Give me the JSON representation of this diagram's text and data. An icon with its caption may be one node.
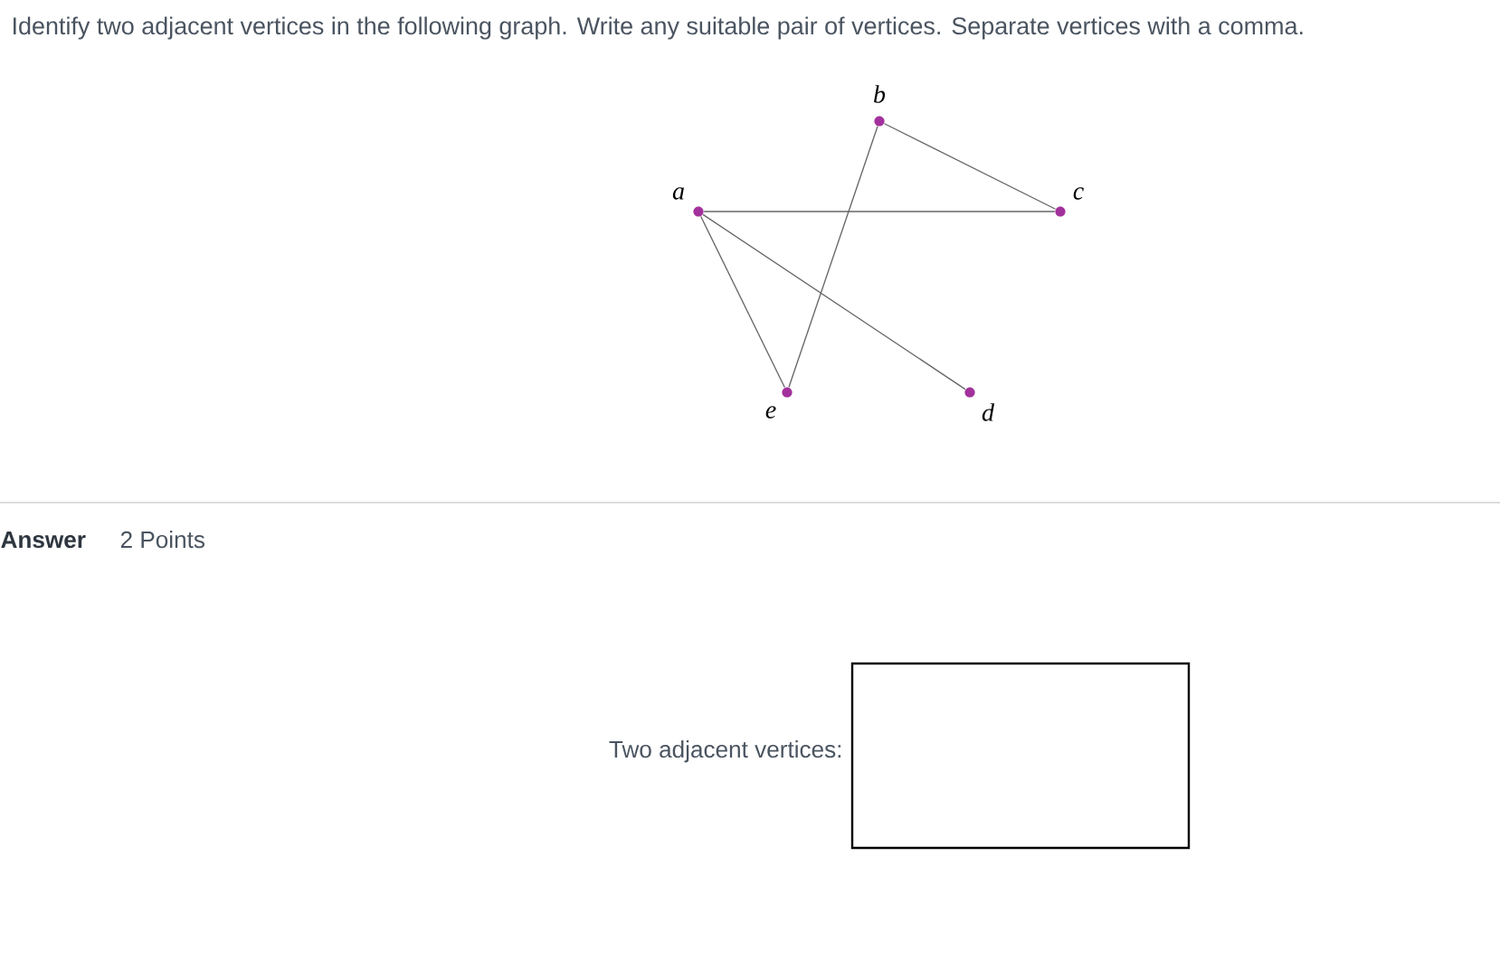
{
  "diagram": {
    "title": "Identify two adjacent vertices in the following graph. Write any suitable pair of vertices. Separate vertices with a comma.",
    "nodes": [
      {
        "text": [],
        "shape": "circle",
        "beside": [
          "b"
        ]
      },
      {
        "text": [],
        "shape": "circle",
        "beside": [
          "a"
        ]
      },
      {
        "text": [],
        "shape": "circle",
        "beside": [
          "c"
        ]
      },
      {
        "text": [],
        "shape": "circle",
        "beside": [
          "e"
        ]
      },
      {
        "text": [],
        "shape": "circle",
        "beside": [
          "d"
        ]
      }
    ],
    "edges": [
      {
        "from": 0,
        "to": 2,
        "arrow": "none"
      },
      {
        "from": 1,
        "to": 2,
        "arrow": "none"
      },
      {
        "from": 0,
        "to": 3,
        "arrow": "none"
      },
      {
        "from": 1,
        "to": 3,
        "arrow": "none"
      },
      {
        "from": 1,
        "to": 4,
        "arrow": "none"
      }
    ],
    "labels": [
      "Answer",
      "2 Points",
      "Two adjacent vertices:"
    ]
  }
}
